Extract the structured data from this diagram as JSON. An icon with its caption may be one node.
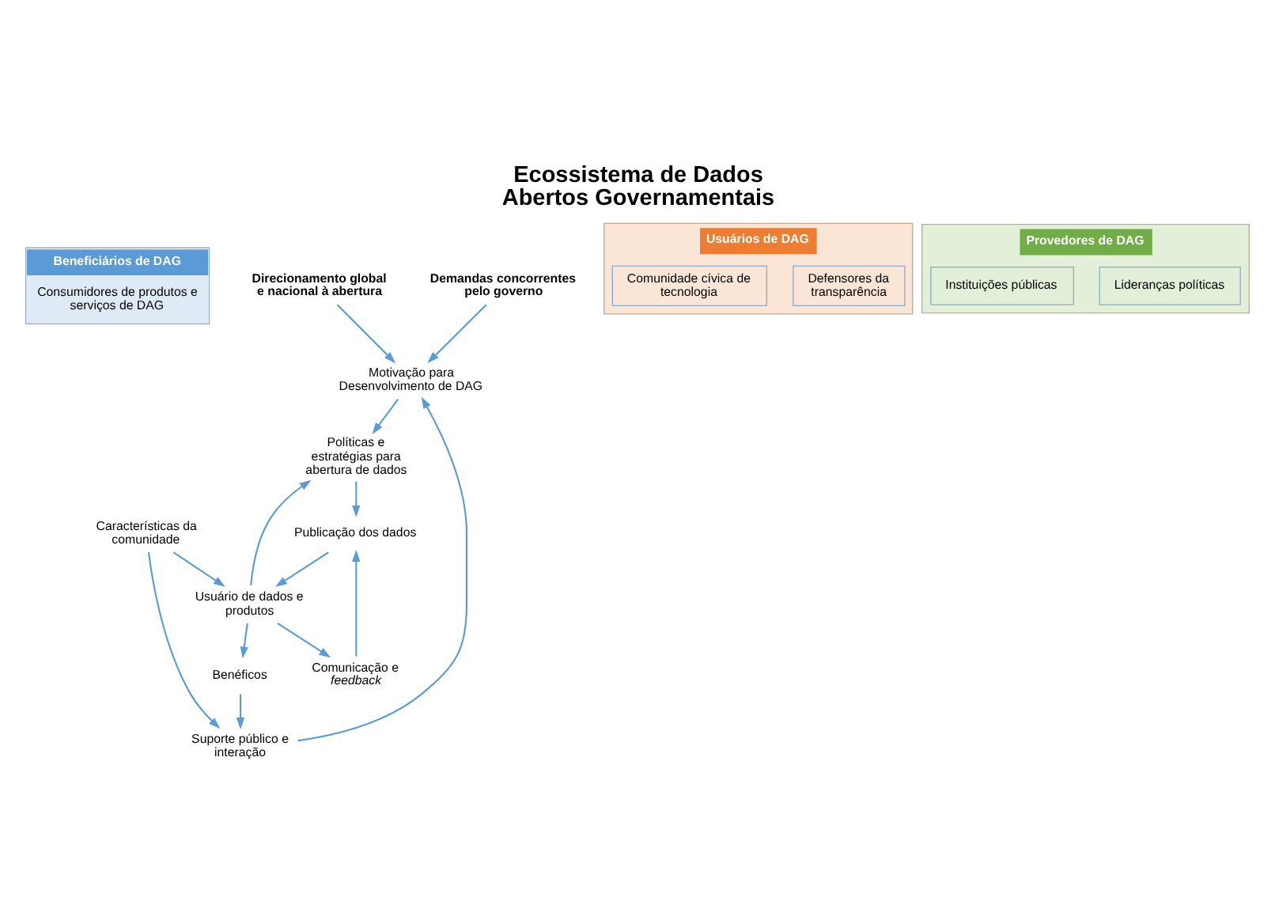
{
  "diagram": {
    "title": "Ecossistema de Dados Abertos Governamentais",
    "nodes": [
      {
        "text": [
          "Beneficiários de DAG",
          "Consumidores de produtos e serviços de DAG"
        ]
      },
      {
        "text": [
          "Direcionamento global e nacional à abertura"
        ]
      },
      {
        "text": [
          "Suporte público e interação"
        ]
      },
      {
        "text": [
          "Motivação para Desenvolvimento de DAG"
        ]
      },
      {
        "text": [
          "Benéficos"
        ]
      },
      {
        "text": [
          "Características da comunidade"
        ]
      },
      {
        "text": [
          "Usuários de DAG"
        ]
      },
      {
        "text": [
          "Defensores da transparência"
        ],
        "in": 6
      },
      {
        "text": [
          "Comunidade cívica de tecnologia"
        ],
        "in": 6
      },
      {
        "text": [
          "Demandas concorrentes pelo governo"
        ]
      },
      {
        "text": [
          "Políticas e estratégias para abertura de dados"
        ]
      },
      {
        "text": [
          "Usuário de dados e produtos"
        ]
      },
      {
        "text": [
          "Publicação dos dados"
        ]
      },
      {
        "text": [
          "Comunicação e *feedback*"
        ]
      },
      {
        "text": [
          "Provedores de DAG"
        ]
      },
      {
        "text": [
          "Lideranças políticas"
        ],
        "in": 14
      },
      {
        "text": [
          "Instituições públicas"
        ],
        "in": 14
      }
    ],
    "edges": [
      {
        "from": 1,
        "to": 3,
        "arrow": "to"
      },
      {
        "from": 9,
        "to": 3,
        "arrow": "to"
      },
      {
        "from": 2,
        "to": 3,
        "arrow": "to"
      },
      {
        "from": 3,
        "to": 10,
        "arrow": "to"
      },
      {
        "from": 10,
        "to": 12,
        "arrow": "to"
      },
      {
        "from": 12,
        "to": 11,
        "arrow": "to"
      },
      {
        "from": 11,
        "to": 10,
        "arrow": "to"
      },
      {
        "from": 11,
        "to": 13,
        "arrow": "to"
      },
      {
        "from": 13,
        "to": 12,
        "arrow": "to"
      },
      {
        "from": 11,
        "to": 4,
        "arrow": "to"
      },
      {
        "from": 4,
        "to": 2,
        "arrow": "to"
      },
      {
        "from": 5,
        "to": 2,
        "arrow": "to"
      },
      {
        "from": 5,
        "to": 11,
        "arrow": "to"
      }
    ]
  }
}
